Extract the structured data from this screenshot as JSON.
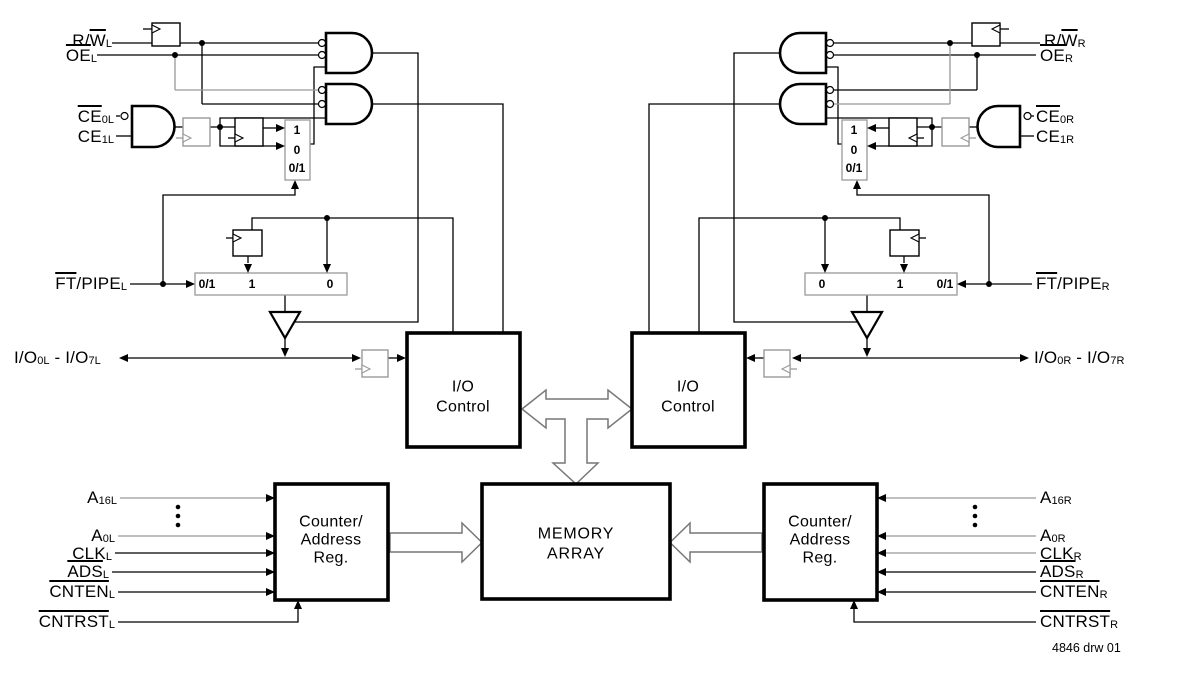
{
  "caption": "4846 drw 01",
  "blocks": {
    "io_control_left": [
      "I/O",
      "Control"
    ],
    "io_control_right": [
      "I/O",
      "Control"
    ],
    "memory_array": [
      "MEMORY",
      "ARRAY"
    ],
    "counter_left": [
      "Counter/",
      "Address",
      "Reg."
    ],
    "counter_right": [
      "Counter/",
      "Address",
      "Reg."
    ]
  },
  "muxes": {
    "left_vertical": [
      "1",
      "0",
      "0/1"
    ],
    "right_vertical": [
      "1",
      "0",
      "0/1"
    ],
    "left_horizontal": [
      "0/1",
      "1",
      "0"
    ],
    "right_horizontal": [
      "0",
      "1",
      "0/1"
    ]
  },
  "signals": {
    "left": {
      "rw": [
        {
          "t": "R/"
        },
        {
          "t": "W",
          "o": 1
        },
        {
          "t": "L",
          "s": 1
        }
      ],
      "oe": [
        {
          "t": "OE",
          "o": 1
        },
        {
          "t": "L",
          "s": 1
        }
      ],
      "ce0": [
        {
          "t": "CE",
          "o": 1
        },
        {
          "t": "0L",
          "s": 1
        }
      ],
      "ce1": [
        {
          "t": "CE"
        },
        {
          "t": "1L",
          "s": 1
        }
      ],
      "ftpipe": [
        {
          "t": "FT",
          "o": 1
        },
        {
          "t": "/PIPE"
        },
        {
          "t": "L",
          "s": 1
        }
      ],
      "io": [
        {
          "t": "I/O"
        },
        {
          "t": "0L",
          "s": 1
        },
        {
          "t": " - I/O"
        },
        {
          "t": "7L",
          "s": 1
        }
      ],
      "a16": [
        {
          "t": "A"
        },
        {
          "t": "16L",
          "s": 1
        }
      ],
      "a0": [
        {
          "t": "A"
        },
        {
          "t": "0L",
          "s": 1
        }
      ],
      "clk": [
        {
          "t": "CLK"
        },
        {
          "t": "L",
          "s": 1
        }
      ],
      "ads": [
        {
          "t": "ADS",
          "o": 1
        },
        {
          "t": "L",
          "s": 1
        }
      ],
      "cnten": [
        {
          "t": "CNTEN",
          "o": 1
        },
        {
          "t": "L",
          "s": 1
        }
      ],
      "cntrst": [
        {
          "t": "CNTRST",
          "o": 1
        },
        {
          "t": "L",
          "s": 1
        }
      ]
    },
    "right": {
      "rw": [
        {
          "t": "R/"
        },
        {
          "t": "W",
          "o": 1
        },
        {
          "t": "R",
          "s": 1
        }
      ],
      "oe": [
        {
          "t": "OE",
          "o": 1
        },
        {
          "t": "R",
          "s": 1
        }
      ],
      "ce0": [
        {
          "t": "CE",
          "o": 1
        },
        {
          "t": "0R",
          "s": 1
        }
      ],
      "ce1": [
        {
          "t": "CE"
        },
        {
          "t": "1R",
          "s": 1
        }
      ],
      "ftpipe": [
        {
          "t": "FT",
          "o": 1
        },
        {
          "t": "/PIPE"
        },
        {
          "t": "R",
          "s": 1
        }
      ],
      "io": [
        {
          "t": "I/O"
        },
        {
          "t": "0R",
          "s": 1
        },
        {
          "t": " - I/O"
        },
        {
          "t": "7R",
          "s": 1
        }
      ],
      "a16": [
        {
          "t": "A"
        },
        {
          "t": "16R",
          "s": 1
        }
      ],
      "a0": [
        {
          "t": "A"
        },
        {
          "t": "0R",
          "s": 1
        }
      ],
      "clk": [
        {
          "t": "CLK"
        },
        {
          "t": "R",
          "s": 1
        }
      ],
      "ads": [
        {
          "t": "ADS",
          "o": 1
        },
        {
          "t": "R",
          "s": 1
        }
      ],
      "cnten": [
        {
          "t": "CNTEN",
          "o": 1
        },
        {
          "t": "R",
          "s": 1
        }
      ],
      "cntrst": [
        {
          "t": "CNTRST",
          "o": 1
        },
        {
          "t": "R",
          "s": 1
        }
      ]
    }
  },
  "colors": {
    "wire": "#000000",
    "gray_wire": "#999999",
    "block_border": "#000000",
    "bus_arrow_outline": "#777777",
    "background": "#ffffff"
  }
}
